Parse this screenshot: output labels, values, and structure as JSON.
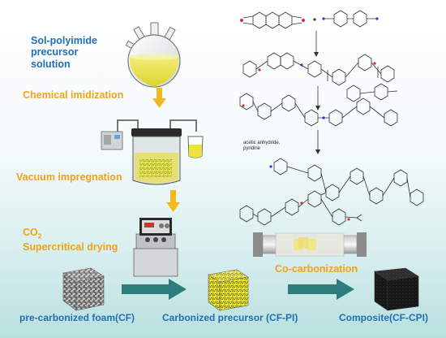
{
  "labels": {
    "sol_title": "Sol-polyimide\nprecursor\nsolution",
    "chemical_imidization": "Chemical imidization",
    "vacuum_impregnation": "Vacuum impregnation",
    "co2": "CO",
    "co2_sub": "2",
    "supercritical_drying": "Supercritical drying",
    "co_carbonization": "Co-carbonization",
    "foam_cf": "pre-carbonized foam(CF)",
    "carbonized_precursor": "Carbonized precursor (CF-PI)",
    "composite": "Composite(CF-CPI)"
  },
  "reagents": {
    "text": "acetic anhydride,\npyridine"
  },
  "colors": {
    "label_blue": "#1f6fb2",
    "label_orange": "#f0a21a",
    "arrow_orange": "#f4b81c",
    "arrow_teal": "#2e7d7d",
    "solution_yellow": "#e8e23a",
    "foam_yellow": "#f2ee2c"
  }
}
